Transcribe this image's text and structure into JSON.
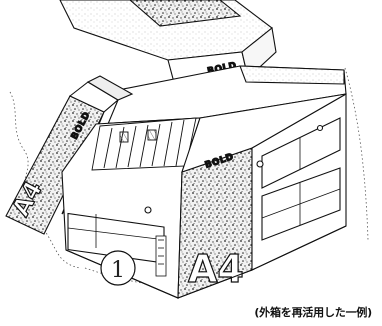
{
  "figure": {
    "step_number": "1",
    "caption": "(外箱を再活用した一例)",
    "labels": {
      "box_size_front": "A4",
      "box_size_side": "A4"
    }
  }
}
